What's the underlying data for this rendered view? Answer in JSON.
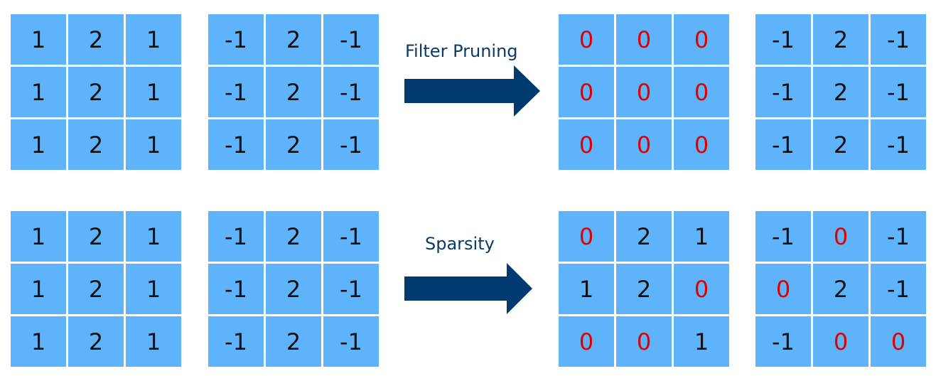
{
  "colors": {
    "cell_fill": "#5fb3fb",
    "zero_text": "#e00000",
    "arrow": "#003a70",
    "label_text": "#0a3a66"
  },
  "rows": [
    {
      "label": "Filter Pruning",
      "icon": "right-arrow-icon",
      "before": [
        [
          [
            "1",
            "2",
            "1"
          ],
          [
            "1",
            "2",
            "1"
          ],
          [
            "1",
            "2",
            "1"
          ]
        ],
        [
          [
            "-1",
            "2",
            "-1"
          ],
          [
            "-1",
            "2",
            "-1"
          ],
          [
            "-1",
            "2",
            "-1"
          ]
        ]
      ],
      "after": [
        [
          [
            "0",
            "0",
            "0"
          ],
          [
            "0",
            "0",
            "0"
          ],
          [
            "0",
            "0",
            "0"
          ]
        ],
        [
          [
            "-1",
            "2",
            "-1"
          ],
          [
            "-1",
            "2",
            "-1"
          ],
          [
            "-1",
            "2",
            "-1"
          ]
        ]
      ]
    },
    {
      "label": "Sparsity",
      "icon": "right-arrow-icon",
      "before": [
        [
          [
            "1",
            "2",
            "1"
          ],
          [
            "1",
            "2",
            "1"
          ],
          [
            "1",
            "2",
            "1"
          ]
        ],
        [
          [
            "-1",
            "2",
            "-1"
          ],
          [
            "-1",
            "2",
            "-1"
          ],
          [
            "-1",
            "2",
            "-1"
          ]
        ]
      ],
      "after": [
        [
          [
            "0",
            "2",
            "1"
          ],
          [
            "1",
            "2",
            "0"
          ],
          [
            "0",
            "0",
            "1"
          ]
        ],
        [
          [
            "-1",
            "0",
            "-1"
          ],
          [
            "0",
            "2",
            "-1"
          ],
          [
            "-1",
            "0",
            "0"
          ]
        ]
      ]
    }
  ]
}
